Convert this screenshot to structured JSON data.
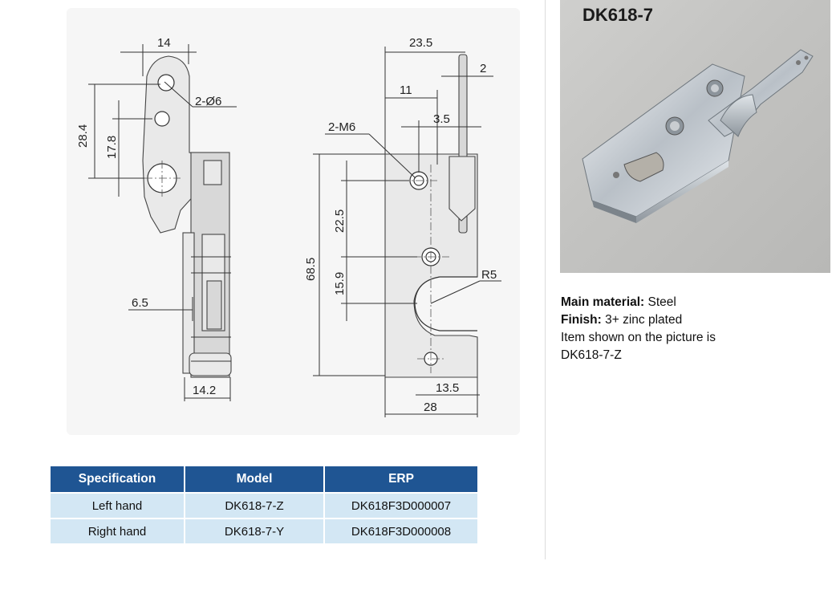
{
  "drawing": {
    "side_view": {
      "dim_width_top": "14",
      "dim_holes": "2-Ø6",
      "dim_height_left": "28.4",
      "dim_height_inner": "17.8",
      "dim_offset": "6.5",
      "dim_width_bottom": "14.2"
    },
    "front_view": {
      "dim_top": "23.5",
      "dim_plate": "2",
      "dim_inner": "11",
      "dim_small": "3.5",
      "dim_threads": "2-M6",
      "dim_total_height": "68.5",
      "dim_hole_spacing": "22.5",
      "dim_lower": "15.9",
      "dim_radius": "R5",
      "dim_bottom_inner": "13.5",
      "dim_bottom_total": "28"
    }
  },
  "table": {
    "headers": [
      "Specification",
      "Model",
      "ERP"
    ],
    "rows": [
      {
        "spec": "Left hand",
        "model": "DK618-7-Z",
        "erp": "DK618F3D000007"
      },
      {
        "spec": "Right hand",
        "model": "DK618-7-Y",
        "erp": "DK618F3D000008"
      }
    ]
  },
  "product": {
    "title": "DK618-7",
    "material_label": "Main material:",
    "material_value": " Steel",
    "finish_label": "Finish:",
    "finish_value": " 3+ zinc plated",
    "note_line1": "Item shown on the picture is",
    "note_line2": "DK618-7-Z"
  },
  "colors": {
    "table_header": "#1f5593",
    "table_row": "#d3e7f4"
  }
}
